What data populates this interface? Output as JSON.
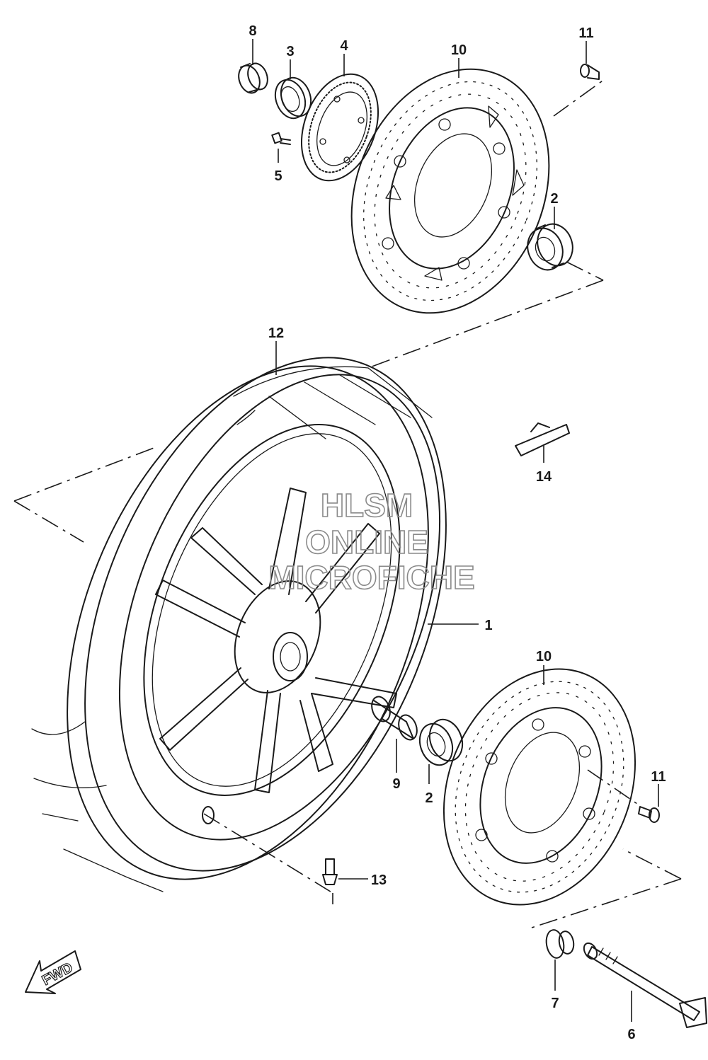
{
  "watermark": {
    "line1": "HLSM",
    "line2": "ONLINE",
    "line3": "MICROFICHE"
  },
  "fwd_label": "FWD",
  "callouts": {
    "c8": "8",
    "c3": "3",
    "c4": "4",
    "c10_top": "10",
    "c11_top": "11",
    "c5": "5",
    "c2_top": "2",
    "c12": "12",
    "c14": "14",
    "c1": "1",
    "c10_bottom": "10",
    "c11_bottom": "11",
    "c9": "9",
    "c2_bottom": "2",
    "c13": "13",
    "c7": "7",
    "c6": "6"
  },
  "colors": {
    "line": "#1a1a1a",
    "watermark": "#8a8a8a",
    "background": "#ffffff"
  }
}
